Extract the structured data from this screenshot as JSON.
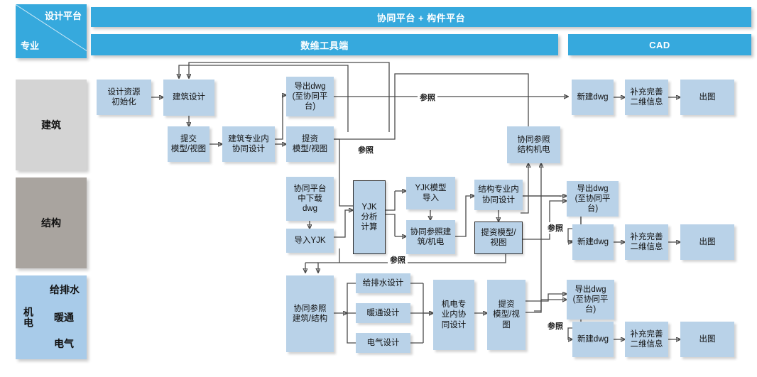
{
  "corner": {
    "platform_label": "设计平台",
    "discipline_label": "专业"
  },
  "header": {
    "top_banner": "协同平台 + 构件平台",
    "tool_banner": "数维工具端",
    "cad_banner": "CAD"
  },
  "sidebar": {
    "items": [
      {
        "key": "architecture",
        "label": "建筑",
        "color": "#d4d4d4"
      },
      {
        "key": "structure",
        "label": "结构",
        "color": "#a9a49f"
      },
      {
        "key": "mep",
        "label": "机电",
        "color": "#a8cbe9",
        "sub": [
          "给排水",
          "暖通",
          "电气"
        ]
      }
    ]
  },
  "edge_labels": {
    "arch_ref": "参照",
    "arch_mid_ref": "参照",
    "struct_bottom_ref": "参照",
    "struct_cad_ref": "参照",
    "mep_cad_ref": "参照"
  },
  "rows": {
    "architecture": {
      "tool_nodes": [
        {
          "id": "arch-init",
          "label": "设计资源\n初始化"
        },
        {
          "id": "arch-design",
          "label": "建筑设计"
        },
        {
          "id": "arch-submit",
          "label": "提交\n模型/视图"
        },
        {
          "id": "arch-internal",
          "label": "建筑专业内\n协同设计"
        },
        {
          "id": "arch-export-dwg",
          "label": "导出dwg\n(至协同平\n台)"
        },
        {
          "id": "arch-provide",
          "label": "提资\n模型/视图"
        },
        {
          "id": "arch-coref",
          "label": "协同参照\n结构机电"
        }
      ],
      "cad_nodes": [
        {
          "id": "arch-new-dwg",
          "label": "新建dwg"
        },
        {
          "id": "arch-supplement",
          "label": "补充完善\n二维信息"
        },
        {
          "id": "arch-plot",
          "label": "出图"
        }
      ]
    },
    "structure": {
      "tool_nodes": [
        {
          "id": "st-download",
          "label": "协同平台\n中下载\ndwg"
        },
        {
          "id": "st-import-yjk",
          "label": "导入YJK"
        },
        {
          "id": "st-yjk-calc",
          "label": "YJK\n分析\n计算"
        },
        {
          "id": "st-yjk-model",
          "label": "YJK模型\n导入"
        },
        {
          "id": "st-coref",
          "label": "协同参照建\n筑/机电"
        },
        {
          "id": "st-internal",
          "label": "结构专业内\n协同设计"
        },
        {
          "id": "st-provide",
          "label": "提资模型/\n视图"
        },
        {
          "id": "st-export-dwg",
          "label": "导出dwg\n(至协同平台)"
        }
      ],
      "cad_nodes": [
        {
          "id": "st-new-dwg",
          "label": "新建dwg"
        },
        {
          "id": "st-supplement",
          "label": "补充完善\n二维信息"
        },
        {
          "id": "st-plot",
          "label": "出图"
        }
      ]
    },
    "mep": {
      "tool_nodes": [
        {
          "id": "mep-coref",
          "label": "协同参照\n建筑/结构"
        },
        {
          "id": "mep-plumbing",
          "label": "给排水设计"
        },
        {
          "id": "mep-hvac",
          "label": "暖通设计"
        },
        {
          "id": "mep-electrical",
          "label": "电气设计"
        },
        {
          "id": "mep-internal",
          "label": "机电专\n业内协\n同设计"
        },
        {
          "id": "mep-provide",
          "label": "提资\n模型/视\n图"
        },
        {
          "id": "mep-export-dwg",
          "label": "导出dwg\n(至协同平\n台)"
        }
      ],
      "cad_nodes": [
        {
          "id": "mep-new-dwg",
          "label": "新建dwg"
        },
        {
          "id": "mep-supplement",
          "label": "补充完善\n二维信息"
        },
        {
          "id": "mep-plot",
          "label": "出图"
        }
      ]
    }
  },
  "colors": {
    "banner_blue": "#36a9dd",
    "node_blue": "#b9d2e8",
    "mep_sidebar_blue": "#a8cbe9",
    "arch_sidebar_gray": "#d4d4d4",
    "struct_sidebar_gray": "#a9a49f",
    "connector": "#4a4a4a"
  }
}
